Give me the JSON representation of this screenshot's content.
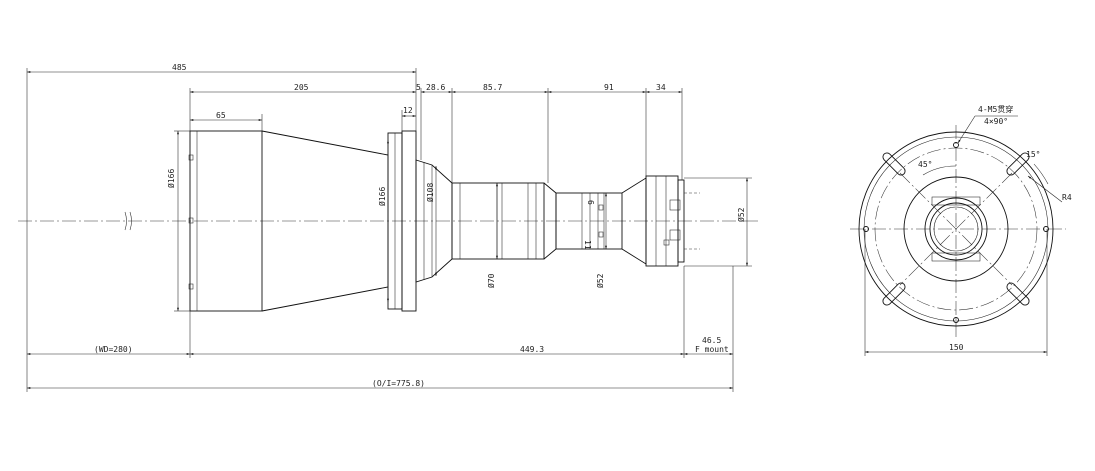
{
  "diagram": {
    "dims_horizontal": {
      "d485": "485",
      "d205": "205",
      "d65": "65",
      "d5": "5",
      "d28_6": "28.6",
      "d12": "12",
      "d85_7": "85.7",
      "d91": "91",
      "d34": "34",
      "wd": "(WD=280)",
      "d449_3": "449.3",
      "d46_5": "46.5",
      "f_mount": "F mount",
      "oi": "(O/I=775.8)",
      "d150": "150"
    },
    "dims_vertical": {
      "phi166_front": "Ø166",
      "phi166_flange": "Ø166",
      "phi108": "Ø108",
      "phi70": "Ø70",
      "phi52_body": "Ø52",
      "phi52_rear": "Ø52"
    },
    "ring_marks": {
      "mark_top": "6",
      "mark_bottom": "11"
    },
    "end_view": {
      "hole_label": "4-M5贯穿",
      "hole_angle": "4×90°",
      "angle_45": "45°",
      "angle_15": "15°",
      "radius": "R4"
    }
  }
}
